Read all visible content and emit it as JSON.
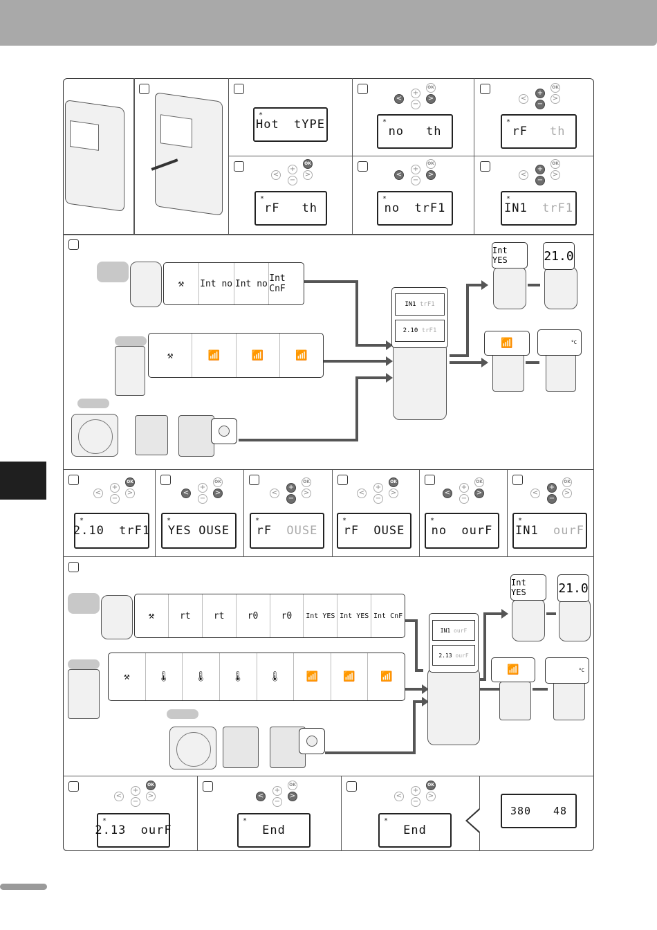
{
  "displays": {
    "hot_type": {
      "left": "Hot",
      "right": "tYPE"
    },
    "no_th": {
      "left": "no",
      "right": "th"
    },
    "rf_th": {
      "left": "rF",
      "right": "th"
    },
    "rf_th2": {
      "left": "rF",
      "right": "th"
    },
    "no_trf1": {
      "left": "no",
      "right": "trF1"
    },
    "in1_trf1": {
      "left": "IN1",
      "right": "trF1"
    },
    "c210_trf1": {
      "left": "2.10",
      "right": "trF1"
    },
    "yes_ouse": {
      "left": "YES",
      "right": "OUSE"
    },
    "rf_ouse": {
      "left": "rF",
      "right": "OUSE"
    },
    "rf_ouse2": {
      "left": "rF",
      "right": "OUSE"
    },
    "no_ourf": {
      "left": "no",
      "right": "ourF"
    },
    "in1_ourf": {
      "left": "IN1",
      "right": "ourF"
    },
    "c213_ourf": {
      "left": "2.13",
      "right": "ourF"
    },
    "end1": {
      "text": "End"
    },
    "end2": {
      "text": "End"
    },
    "final": {
      "left": "380",
      "right": "48"
    }
  },
  "buttons": {
    "ok": "OK",
    "plus": "+",
    "minus": "−",
    "left": "<",
    "right": ">"
  },
  "strip1": [
    "Int no",
    "Int no",
    "Int CnF"
  ],
  "strip3": [
    "rt",
    "rt",
    "r0",
    "r0",
    "Int YES",
    "Int YES",
    "Int CnF"
  ],
  "bubbles": {
    "int_yes": "Int YES",
    "temp": "21.0",
    "int_yes2": "Int YES",
    "temp2": "21.0",
    "unit": "°C",
    "unit2": "°C"
  },
  "central": {
    "a1": "IN1",
    "a2": "trF1",
    "b1": "2.10",
    "b2": "trF1",
    "c1": "IN1",
    "c2": "ourF",
    "d1": "2.13",
    "d2": "ourF"
  },
  "icons": {
    "tool": "hammer-wrench-icon",
    "radio": "antenna-icon"
  }
}
